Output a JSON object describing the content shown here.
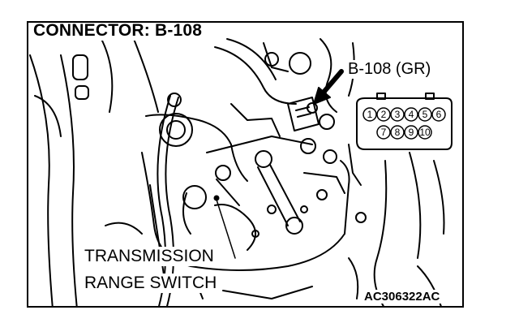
{
  "labels": {
    "connector_title": "CONNECTOR: B-108",
    "callout": "B-108 (GR)",
    "component_line1": "TRANSMISSION",
    "component_line2": "RANGE SWITCH",
    "figure_code": "AC306322AC"
  },
  "connector_pins": {
    "top_row": [
      "1",
      "2",
      "3",
      "4",
      "5",
      "6"
    ],
    "bottom_row": [
      "7",
      "8",
      "9",
      "10"
    ]
  },
  "colors": {
    "ink": "#000000",
    "paper": "#ffffff"
  }
}
